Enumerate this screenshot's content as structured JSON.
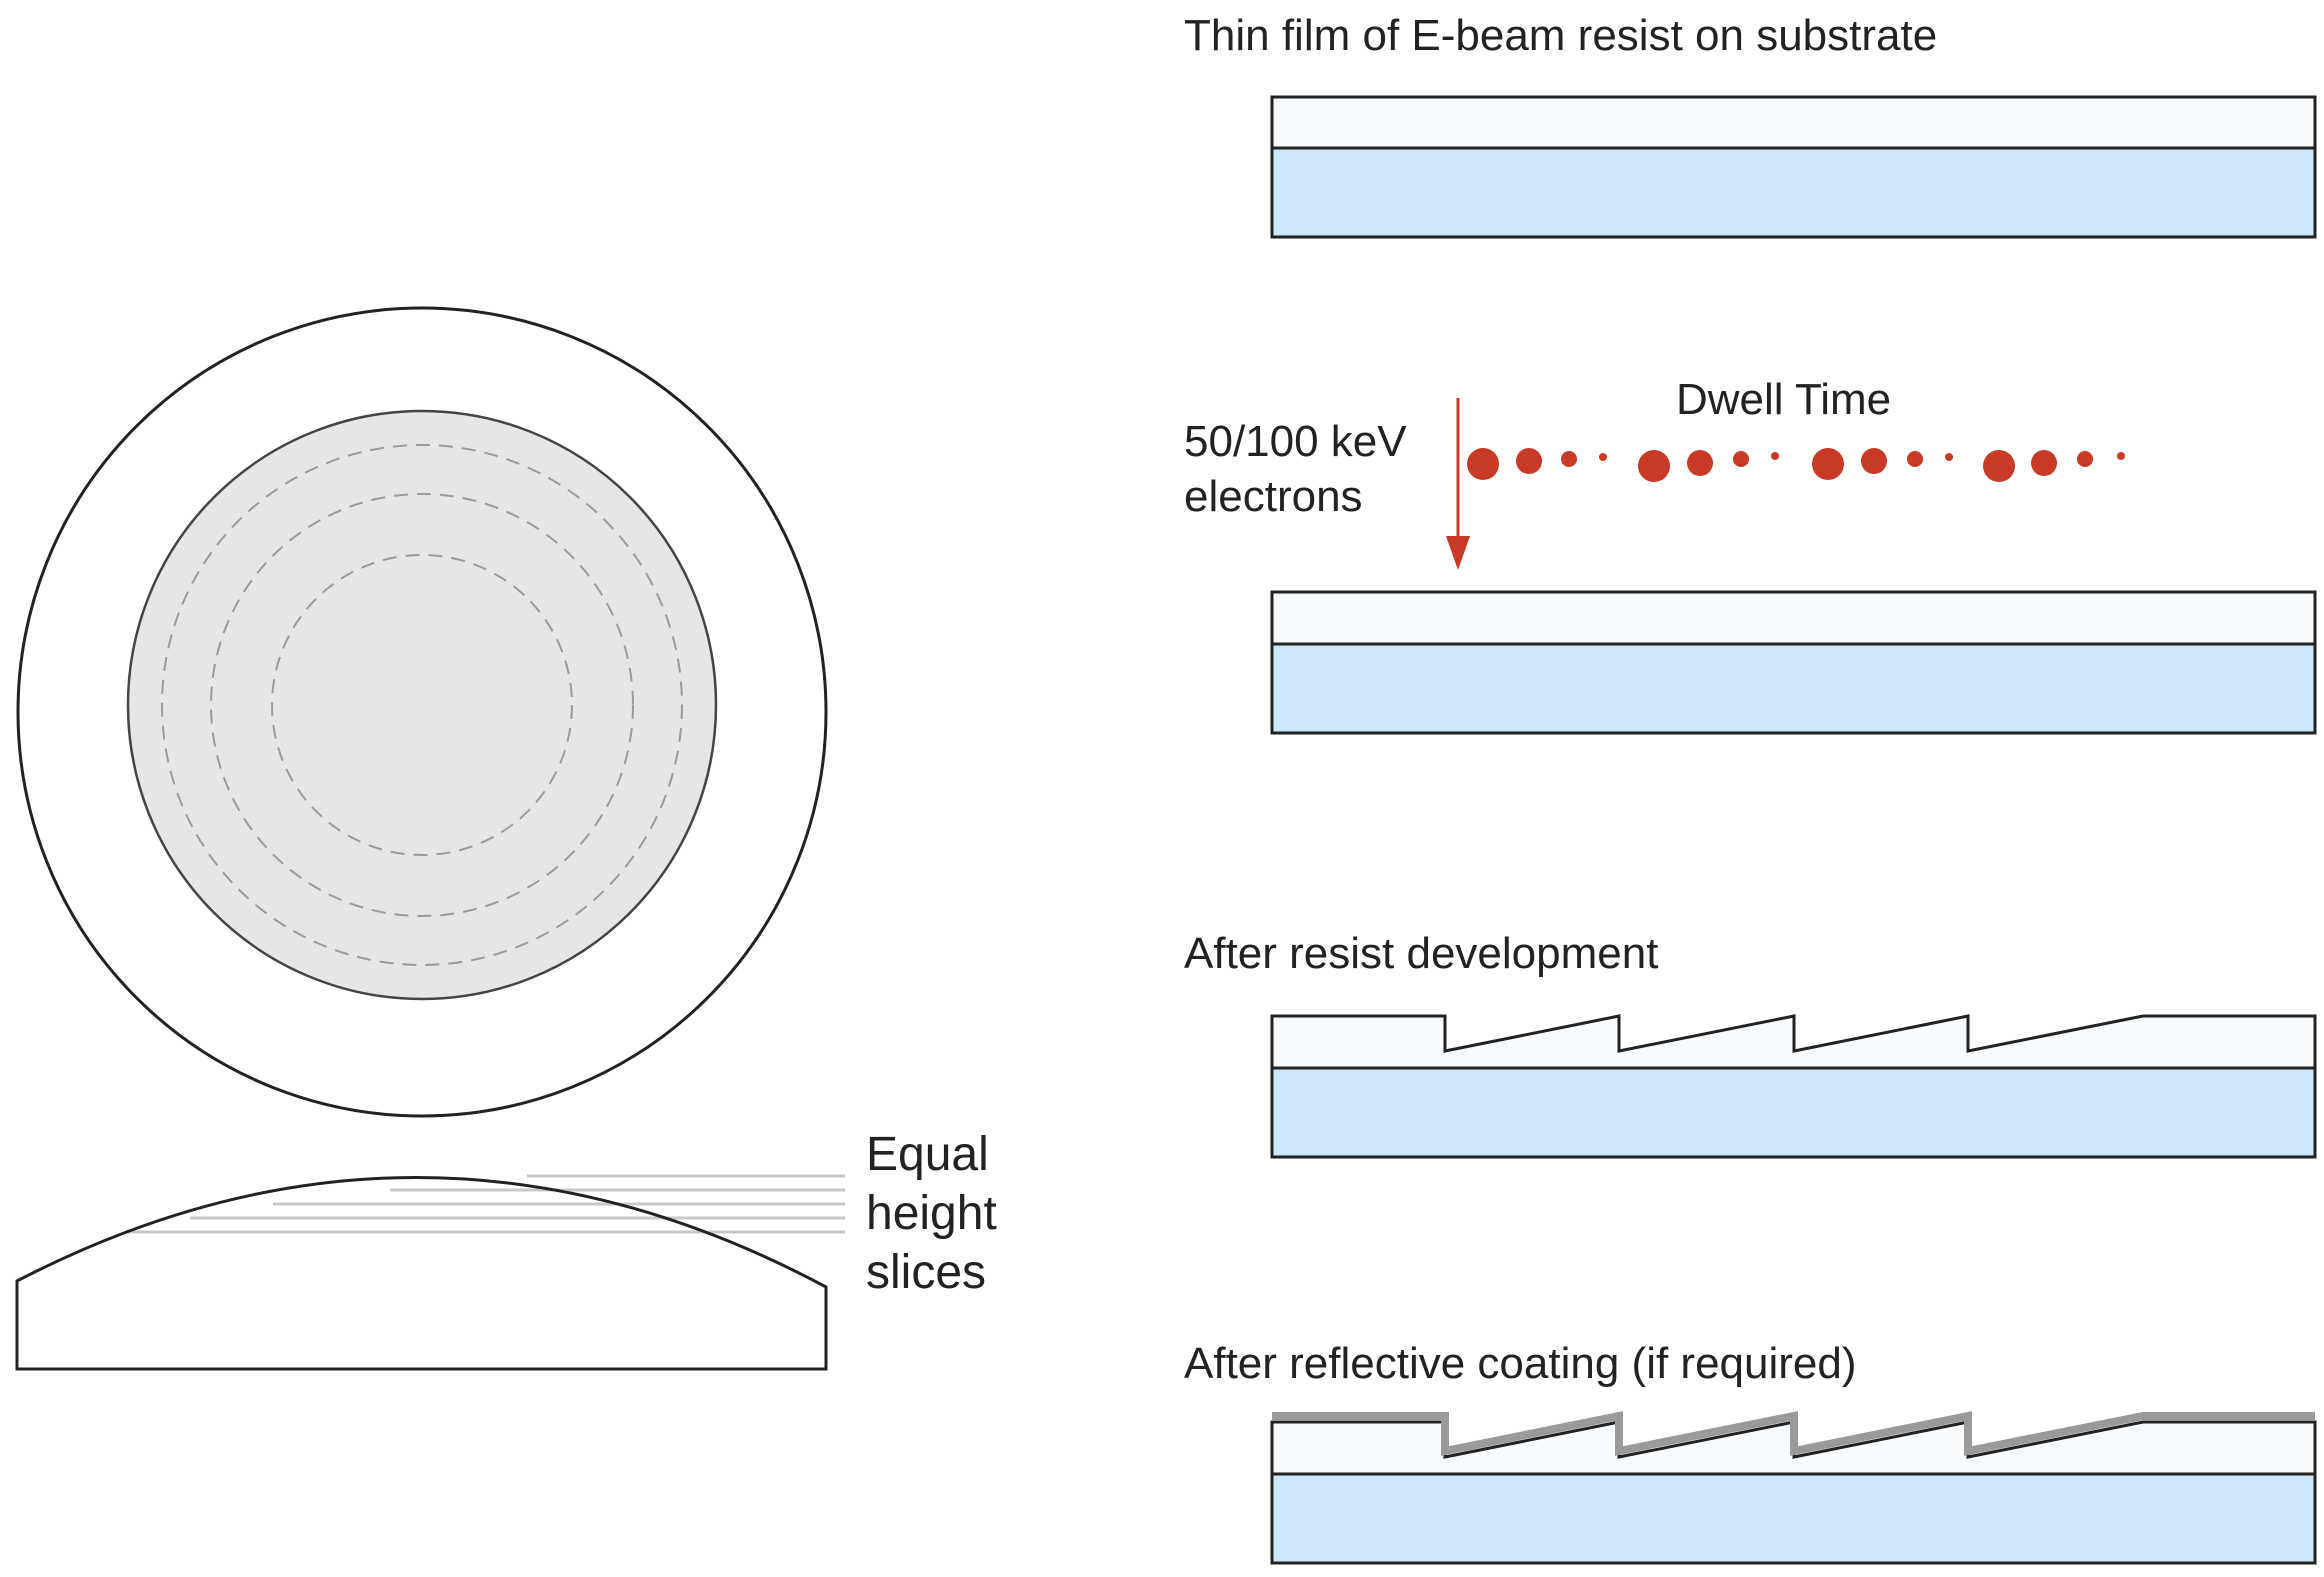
{
  "diagram": {
    "steps": [
      {
        "label": "Thin film of E-beam resist on substrate"
      },
      {
        "beam_label_line1": "50/100 keV",
        "beam_label_line2": "electrons",
        "dwell_label": "Dwell Time"
      },
      {
        "label": "After resist development"
      },
      {
        "label": "After reflective coating (if required)"
      }
    ],
    "lens": {
      "slices_label_line1": "Equal",
      "slices_label_line2": "height",
      "slices_label_line3": "slices"
    },
    "colors": {
      "substrate": "#cce6fb",
      "resist": "#f8fbfd",
      "lens_fill": "#e6e6e6",
      "beam": "#c93a26",
      "outline": "#222222",
      "coating": "#9a9a9a"
    }
  }
}
